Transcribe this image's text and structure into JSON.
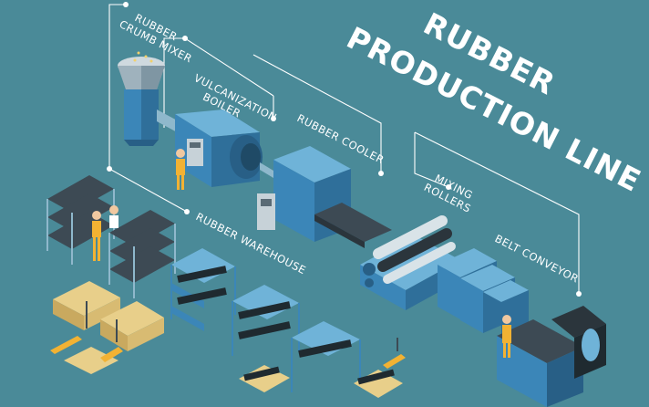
{
  "title": {
    "line1": "RUBBER",
    "line2": "PRODUCTION LINE"
  },
  "labels": {
    "crumb_mixer_line1": "RUBBER",
    "crumb_mixer_line2": "CRUMB MIXER",
    "boiler_line1": "VULCANIZATION",
    "boiler_line2": "BOILER",
    "cooler": "RUBBER COOLER",
    "mixing_line1": "MIXING",
    "mixing_line2": "ROLLERS",
    "warehouse": "RUBBER WAREHOUSE",
    "belt": "BELT CONVEYOR"
  },
  "colors": {
    "background": "#4a8a98",
    "machine_blue": "#3b86b8",
    "machine_light": "#6fb3d8",
    "machine_dark": "#285f86",
    "rack_grey": "#3d4a54",
    "pallet_wood": "#e8cf8a",
    "worker_yellow": "#f2b233"
  }
}
